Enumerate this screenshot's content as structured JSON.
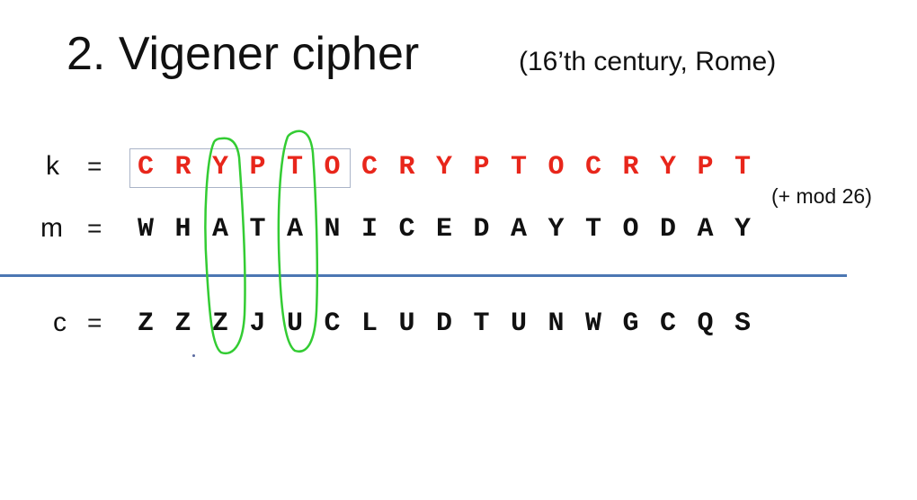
{
  "title": "2.  Vigener cipher",
  "subtitle": "(16’th century,  Rome)",
  "rows": {
    "key": {
      "label": "k",
      "equals": "=",
      "letters": [
        "C",
        "R",
        "Y",
        "P",
        "T",
        "O",
        "C",
        "R",
        "Y",
        "P",
        "T",
        "O",
        "C",
        "R",
        "Y",
        "P",
        "T"
      ]
    },
    "message": {
      "label": "m",
      "equals": "=",
      "letters": [
        "W",
        "H",
        "A",
        "T",
        "A",
        "N",
        "I",
        "C",
        "E",
        "D",
        "A",
        "Y",
        "T",
        "O",
        "D",
        "A",
        "Y"
      ]
    },
    "cipher": {
      "label": "c",
      "equals": "=",
      "letters": [
        "Z",
        "Z",
        "Z",
        "J",
        "U",
        "C",
        "L",
        "U",
        "D",
        "T",
        "U",
        "N",
        "W",
        "G",
        "C",
        "Q",
        "S"
      ]
    }
  },
  "note": "(+ mod 26)",
  "colors": {
    "key_text": "#e8261b",
    "highlight_loops": "#33cc33",
    "divider": "#4c77b3",
    "key_box": "#aab4c8"
  }
}
